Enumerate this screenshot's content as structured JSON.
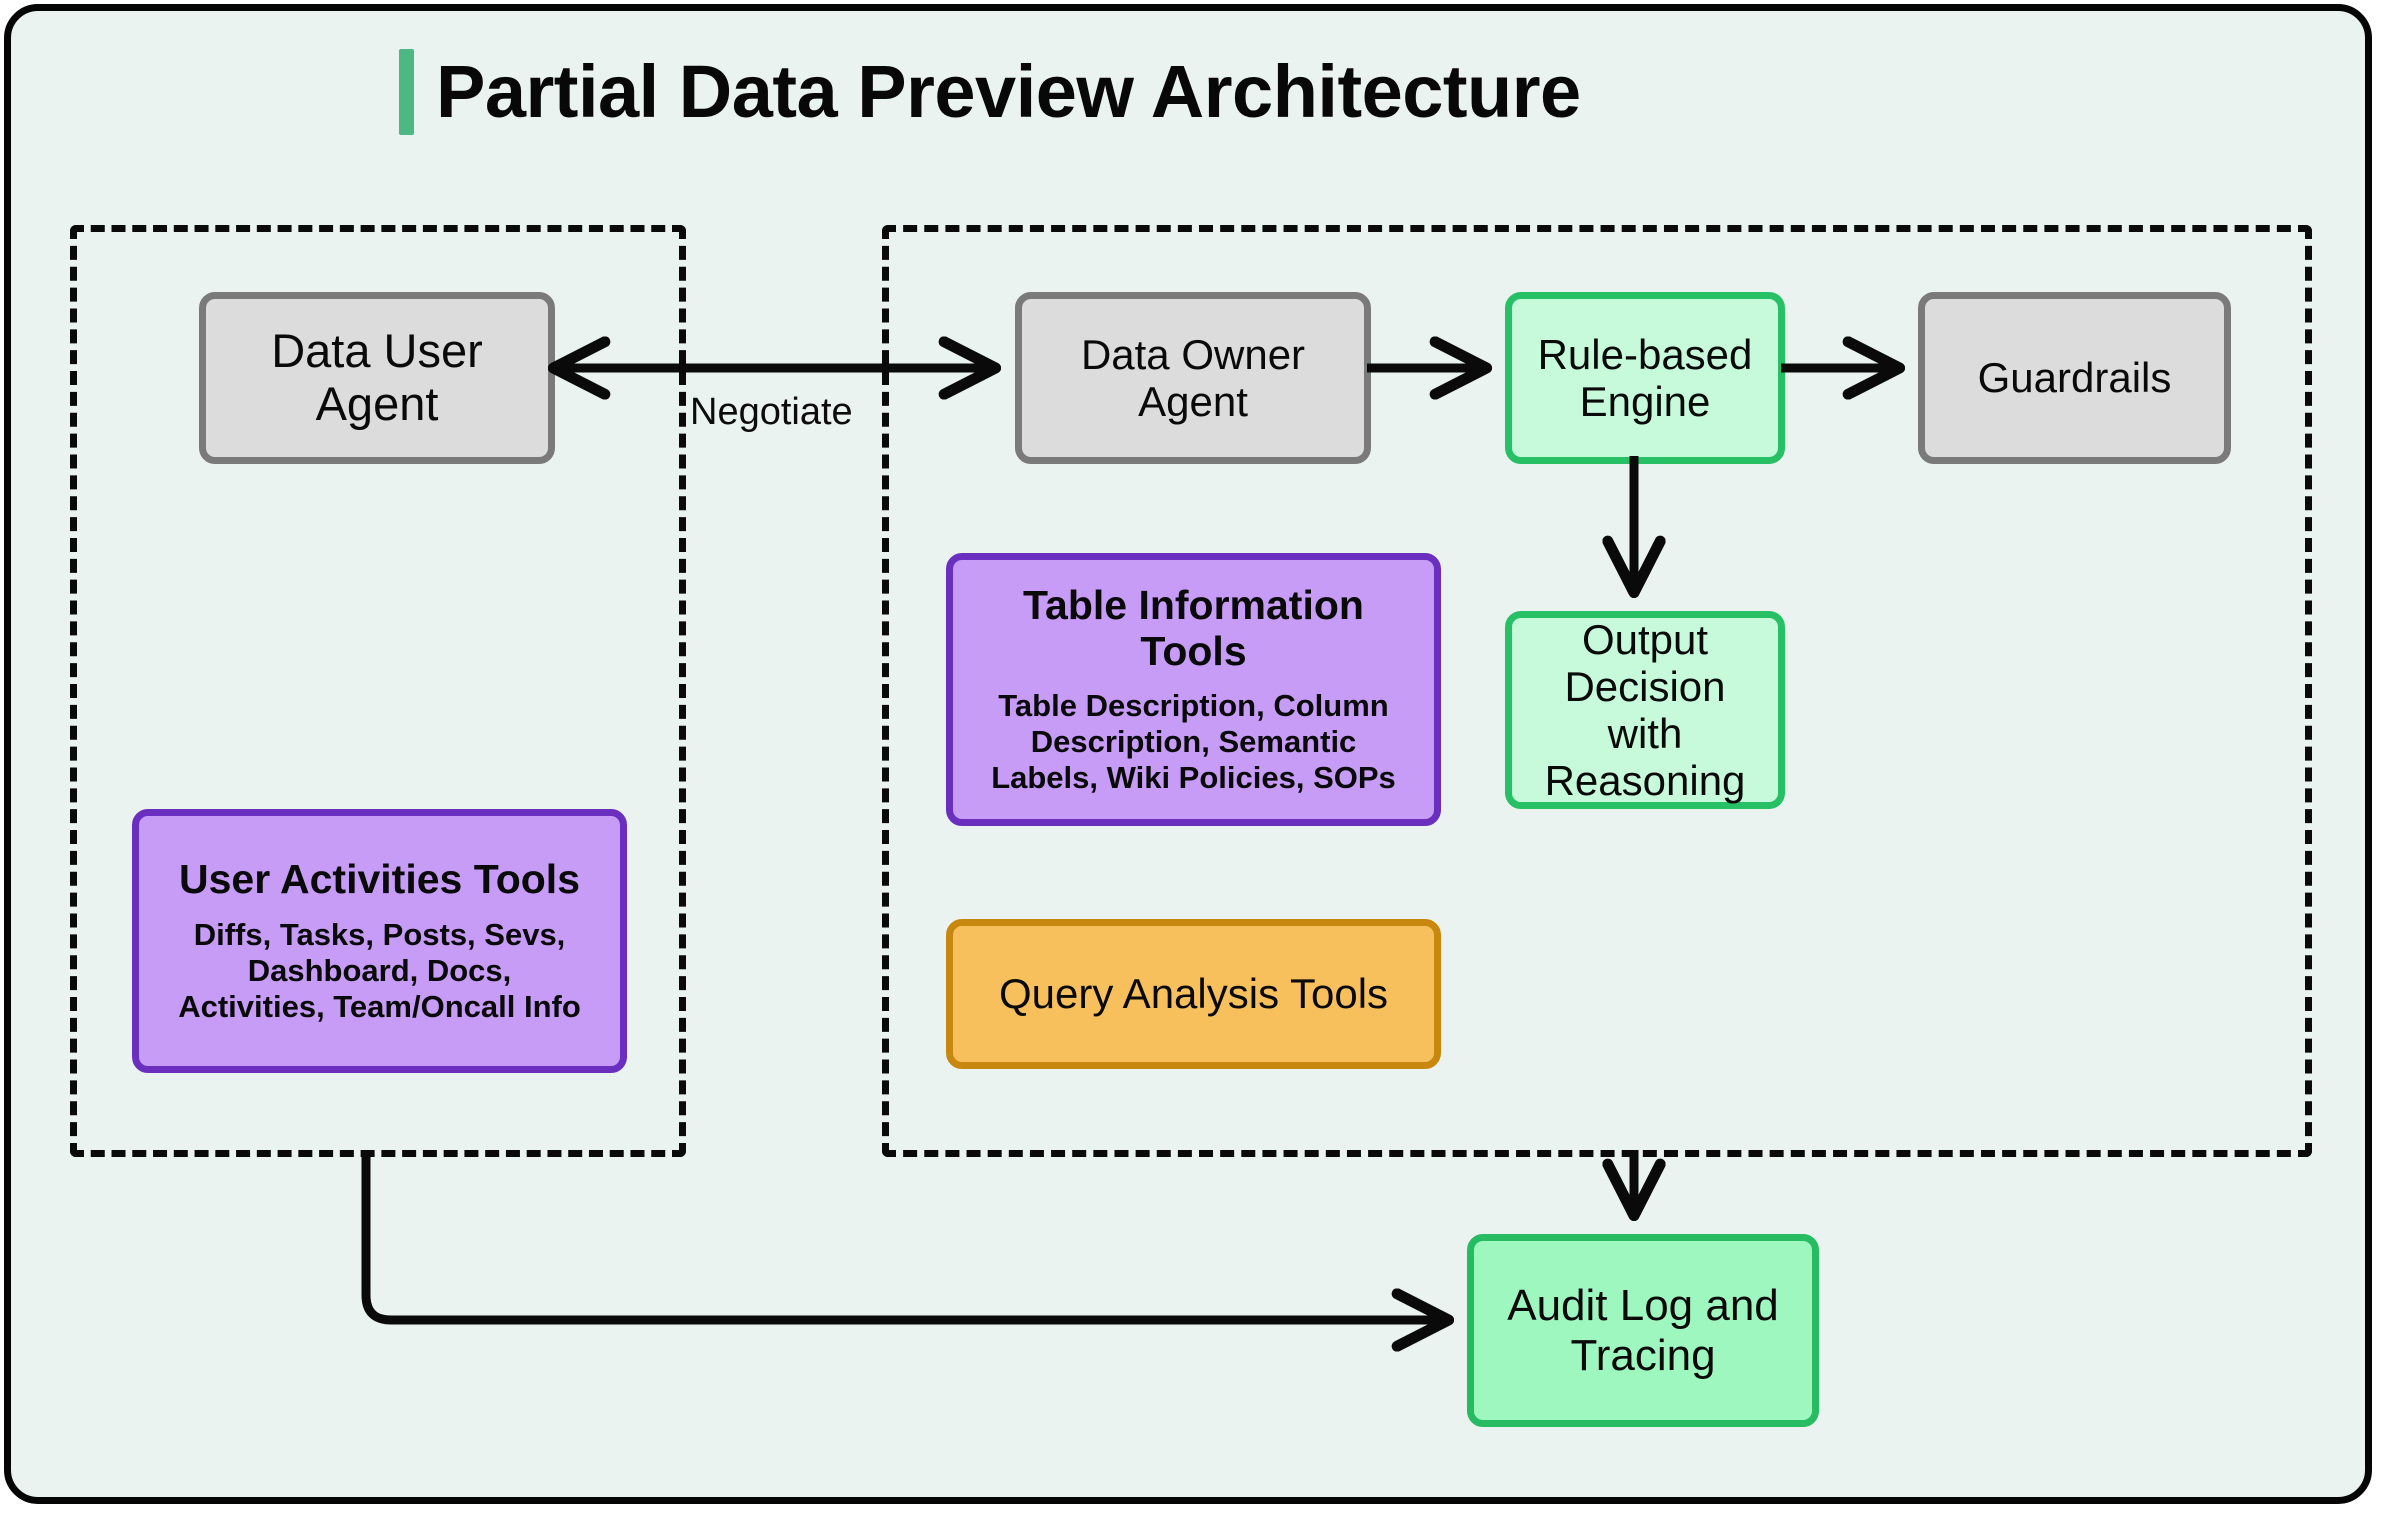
{
  "page": {
    "background_color": "#eaf3ef",
    "border_color": "#050505",
    "accent_color": "#4cb882"
  },
  "header": {
    "title": "Partial Data Preview Architecture"
  },
  "groups": [
    {
      "id": "user-side",
      "label": ""
    },
    {
      "id": "owner-side",
      "label": ""
    }
  ],
  "nodes": {
    "data_user_agent": {
      "label": "Data User Agent",
      "fill": "#dcdcdc",
      "stroke": "#7a7a7a"
    },
    "data_owner_agent": {
      "label": "Data Owner Agent",
      "fill": "#dcdcdc",
      "stroke": "#7a7a7a"
    },
    "rule_based_engine": {
      "label": "Rule-based Engine",
      "fill": "#c6fada",
      "stroke": "#27c065"
    },
    "guardrails": {
      "label": "Guardrails",
      "fill": "#dcdcdc",
      "stroke": "#7a7a7a"
    },
    "output_decision": {
      "label": "Output Decision with Reasoning",
      "fill": "#c6fada",
      "stroke": "#27c065"
    },
    "table_information_tools": {
      "title": "Table Information Tools",
      "subtitle": "Table Description, Column Description, Semantic Labels, Wiki Policies, SOPs",
      "fill": "#c69cf7",
      "stroke": "#6b2fc0"
    },
    "user_activities_tools": {
      "title": "User Activities Tools",
      "subtitle": "Diffs, Tasks, Posts, Sevs, Dashboard, Docs, Activities, Team/Oncall Info",
      "fill": "#c69cf7",
      "stroke": "#6b2fc0"
    },
    "query_analysis_tools": {
      "label": "Query Analysis Tools",
      "fill": "#f7c05c",
      "stroke": "#c8870f"
    },
    "audit_log_tracing": {
      "label": "Audit Log and Tracing",
      "fill": "#9ff7c0",
      "stroke": "#27bb62"
    }
  },
  "edges": [
    {
      "id": "negotiate",
      "from": "data_owner_agent",
      "to": "data_user_agent",
      "label": "Negotiate",
      "style": "bidirectional"
    },
    {
      "id": "owner-to-rule",
      "from": "data_owner_agent",
      "to": "rule_based_engine",
      "label": ""
    },
    {
      "id": "rule-to-guardrails",
      "from": "rule_based_engine",
      "to": "guardrails",
      "label": ""
    },
    {
      "id": "rule-to-output",
      "from": "rule_based_engine",
      "to": "output_decision",
      "label": ""
    },
    {
      "id": "owner-group-to-audit",
      "from": "owner-side",
      "to": "audit_log_tracing",
      "label": ""
    },
    {
      "id": "user-group-to-audit",
      "from": "user-side",
      "to": "audit_log_tracing",
      "label": ""
    }
  ]
}
